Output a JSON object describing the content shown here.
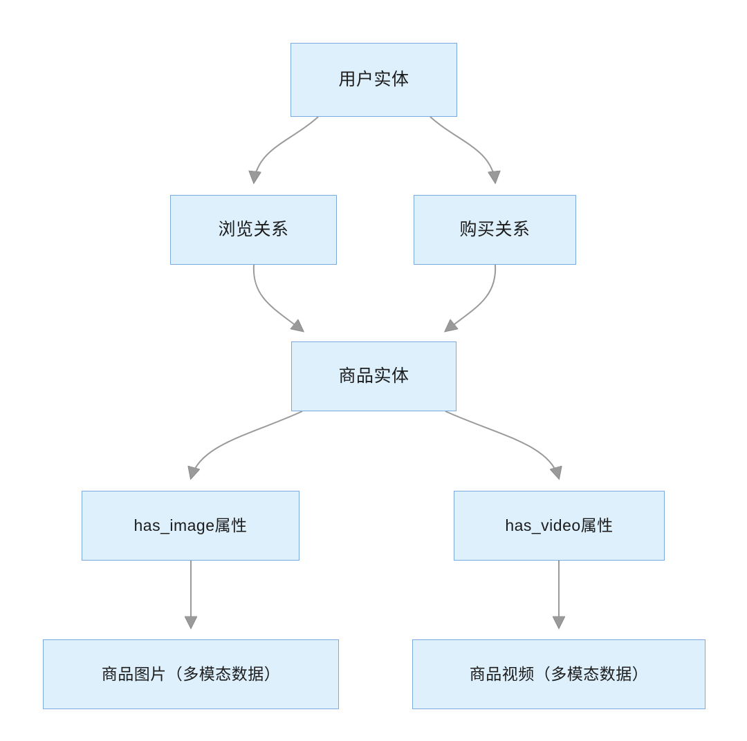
{
  "diagram": {
    "type": "flowchart",
    "direction": "top-down",
    "background_color": "#ffffff",
    "node_fill_color": "#ddf0fc",
    "node_border_color": "#7aa9dd",
    "edge_color": "#999999",
    "text_color": "#1c1c1c",
    "nodes": [
      {
        "id": "user-entity",
        "label": "用户实体"
      },
      {
        "id": "browse-relation",
        "label": "浏览关系"
      },
      {
        "id": "purchase-relation",
        "label": "购买关系"
      },
      {
        "id": "product-entity",
        "label": "商品实体"
      },
      {
        "id": "has-image-attr",
        "label": "has_image属性"
      },
      {
        "id": "has-video-attr",
        "label": "has_video属性"
      },
      {
        "id": "product-image",
        "label": "商品图片（多模态数据）"
      },
      {
        "id": "product-video",
        "label": "商品视频（多模态数据）"
      }
    ],
    "edges": [
      {
        "from": "user-entity",
        "to": "browse-relation",
        "style": "curved",
        "arrow": "triangle"
      },
      {
        "from": "user-entity",
        "to": "purchase-relation",
        "style": "curved",
        "arrow": "triangle"
      },
      {
        "from": "browse-relation",
        "to": "product-entity",
        "style": "curved",
        "arrow": "triangle"
      },
      {
        "from": "purchase-relation",
        "to": "product-entity",
        "style": "curved",
        "arrow": "triangle"
      },
      {
        "from": "product-entity",
        "to": "has-image-attr",
        "style": "curved",
        "arrow": "triangle"
      },
      {
        "from": "product-entity",
        "to": "has-video-attr",
        "style": "curved",
        "arrow": "triangle"
      },
      {
        "from": "has-image-attr",
        "to": "product-image",
        "style": "straight",
        "arrow": "triangle"
      },
      {
        "from": "has-video-attr",
        "to": "product-video",
        "style": "straight",
        "arrow": "triangle"
      }
    ]
  }
}
